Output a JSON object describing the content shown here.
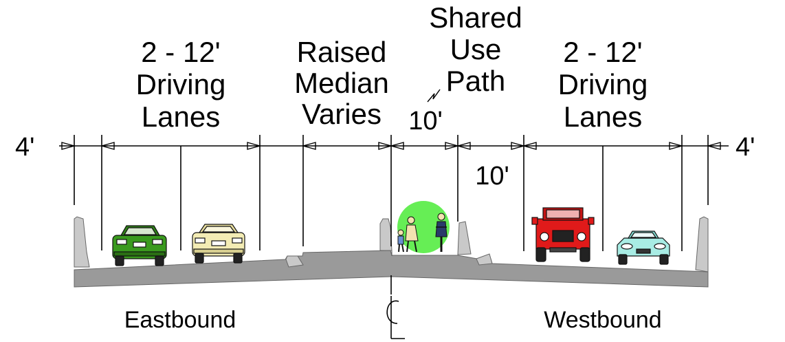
{
  "labels": {
    "left_lanes": [
      "2 - 12'",
      "Driving",
      "Lanes"
    ],
    "median": [
      "Raised",
      "Median",
      "Varies"
    ],
    "path": [
      "Shared",
      "Use",
      "Path"
    ],
    "right_lanes": [
      "2 - 12'",
      "Driving",
      "Lanes"
    ],
    "left_shoulder": "4'",
    "right_shoulder": "4'",
    "path_width": "10'",
    "buffer_width": "10'",
    "eastbound": "Eastbound",
    "westbound": "Westbound"
  },
  "colors": {
    "pavement": "#9a9a9a",
    "curb": "#c9c9c9",
    "highlight": "#66ee55",
    "car_green": "#3a9a1e",
    "car_cream": "#f3ecb4",
    "jeep_red": "#e01a1a",
    "car_teal": "#a8ece4"
  }
}
